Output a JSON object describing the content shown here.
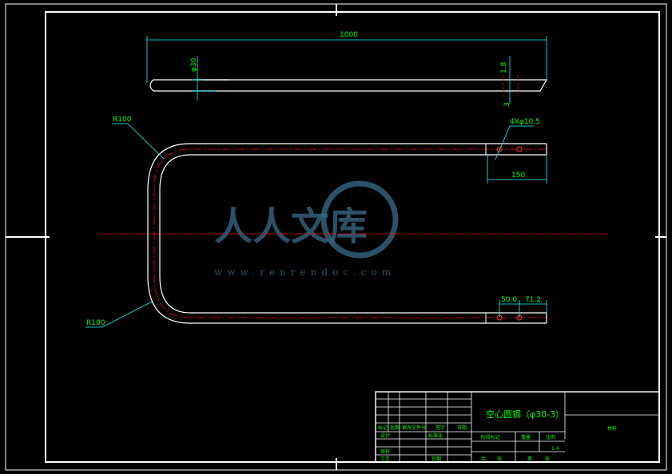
{
  "dimensions": {
    "length": "1000",
    "diameter": "φ30",
    "tip_1": "1.8",
    "tip_2": "3",
    "holes": "4Xφ10.5",
    "hole_span": "150",
    "hole_gap": "50.0",
    "hole_end": "71.2",
    "radius_top": "R100",
    "radius_bottom": "R100"
  },
  "title_block": {
    "part_name": "空心圆钢（φ30-3）",
    "material_header": "材料",
    "labels": [
      "标记",
      "处数",
      "更改文件号",
      "签字",
      "日期",
      "设计",
      "标准化",
      "审核",
      "工艺",
      "日期",
      "阶段标记",
      "重量",
      "比例",
      "共",
      "张",
      "第",
      "张"
    ],
    "scale": "1:4"
  },
  "watermark": {
    "brand": "人人文库",
    "url": "www.renrendoc.com"
  },
  "colors": {
    "background": "#000000",
    "line": "#ffffff",
    "dimension": "#00ffff",
    "text": "#00ff00",
    "centerline": "#ff0000",
    "watermark": "#3a6d8c"
  }
}
